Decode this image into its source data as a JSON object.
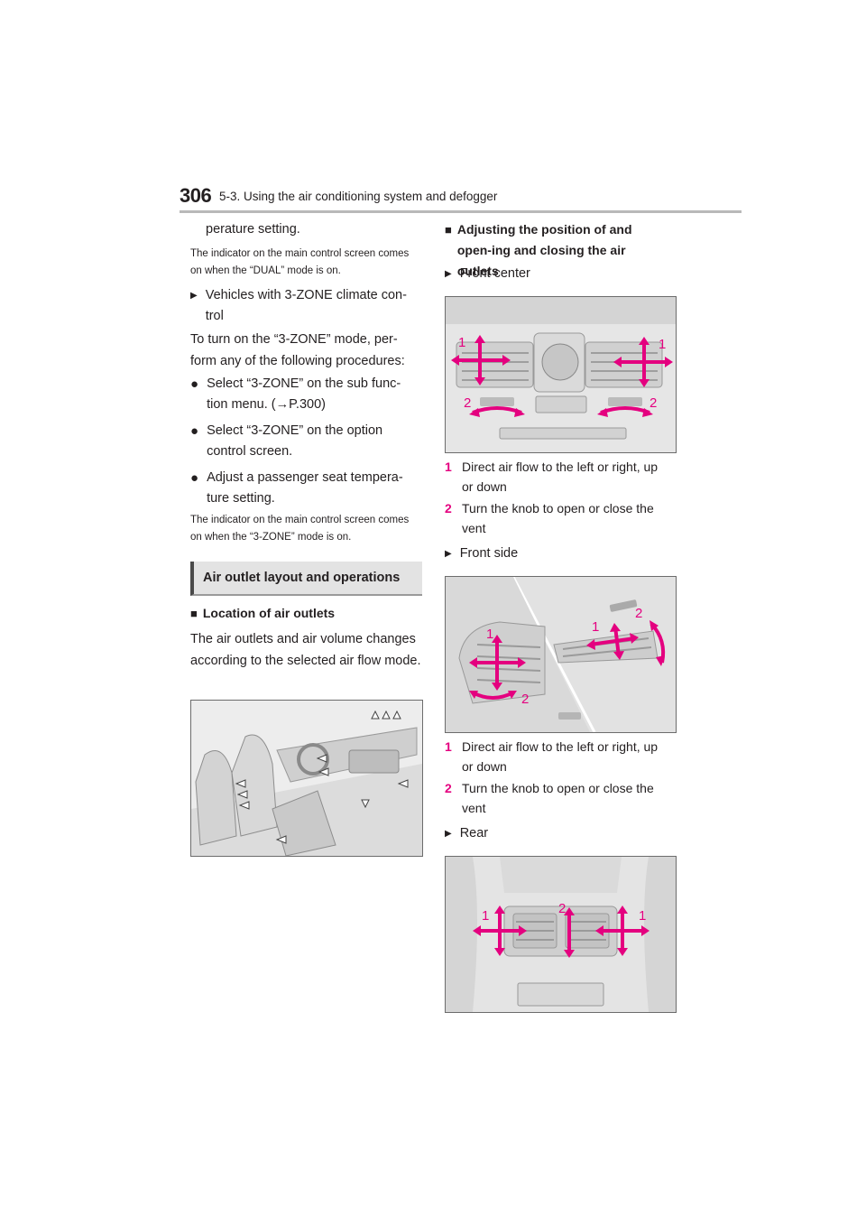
{
  "header": {
    "page_number": "306",
    "section_title": "5-3. Using the air conditioning system and defogger"
  },
  "left_column": {
    "continued_text": "perature setting.",
    "note_dual": "The indicator on the main control screen comes on when the “DUAL” mode is on.",
    "vehicles_3zone": "Vehicles with 3-ZONE climate con-trol",
    "intro_3zone": "To turn on the “3-ZONE” mode, per-form any of the following procedures:",
    "bullets": [
      "Select “3-ZONE” on the sub func-tion menu. (→P.300)",
      "Select “3-ZONE” on the option control screen.",
      "Adjust a passenger seat tempera-ture setting."
    ],
    "note_3zone": "The indicator on the main control screen comes on when the “3-ZONE” mode is on.",
    "section_title": "Air outlet layout and operations",
    "location_heading": "Location of air outlets",
    "location_text": "The air outlets and air volume changes according to the selected air flow mode."
  },
  "right_column": {
    "adjust_heading": "Adjusting the position of and open-ing and closing the air outlets",
    "front_center": "Front center",
    "front_side": "Front side",
    "rear": "Rear",
    "callouts": [
      {
        "num": "1",
        "text": "Direct air flow to the left or right, up or down"
      },
      {
        "num": "2",
        "text": "Turn the knob to open or close the vent"
      }
    ],
    "figure_labels": {
      "one": "1",
      "two": "2"
    }
  },
  "colors": {
    "accent_magenta": "#e4007f",
    "section_box_bg": "#e3e3e3",
    "rule_gray": "#b9b9b9"
  }
}
